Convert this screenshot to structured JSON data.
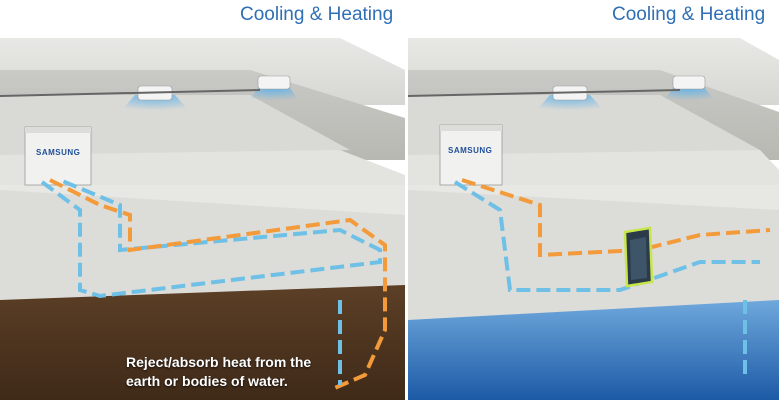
{
  "panels": {
    "left": {
      "title": "Cooling & Heating",
      "brand": "SAMSUNG"
    },
    "right": {
      "title": "Cooling & Heating",
      "brand": "SAMSUNG"
    }
  },
  "caption": {
    "line1": "Reject/absorb heat from the",
    "line2": "earth or bodies of water."
  },
  "colors": {
    "title_blue": "#2f6fb5",
    "pipe_orange": "#f39a3b",
    "pipe_blue": "#6fc0e6",
    "water": "#2a6db5",
    "soil": "#6b4a2e",
    "heat_exchanger_outline": "#c8e64a"
  }
}
